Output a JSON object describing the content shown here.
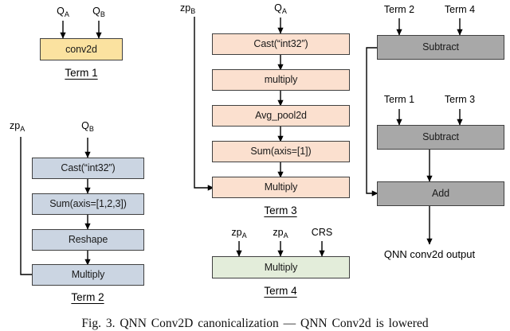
{
  "figure": {
    "caption": "Fig. 3.  QNN Conv2D canonicalization — QNN Conv2d is lowered",
    "output_label": "QNN conv2d output"
  },
  "colors": {
    "term1_fill": "#fbe2a0",
    "term2_fill": "#cbd5e2",
    "term3_fill": "#fbe0cf",
    "term4_fill": "#e3edda",
    "combine_fill": "#a8a8a8",
    "box_stroke": "#404040",
    "wire": "#000000",
    "background": "#ffffff"
  },
  "term1": {
    "caption": "Term 1",
    "inputs": [
      {
        "label": "Q",
        "sub": "A"
      },
      {
        "label": "Q",
        "sub": "B"
      }
    ],
    "nodes": [
      {
        "label": "conv2d"
      }
    ]
  },
  "term2": {
    "caption": "Term 2",
    "inputs": [
      {
        "label": "zp",
        "sub": "A"
      },
      {
        "label": "Q",
        "sub": "B"
      }
    ],
    "nodes": [
      {
        "label": "Cast(“int32”)"
      },
      {
        "label": "Sum(axis=[1,2,3])"
      },
      {
        "label": "Reshape"
      },
      {
        "label": "Multiply"
      }
    ]
  },
  "term3": {
    "caption": "Term 3",
    "inputs": [
      {
        "label": "zp",
        "sub": "B"
      },
      {
        "label": "Q",
        "sub": "A"
      }
    ],
    "nodes": [
      {
        "label": "Cast(“int32”)"
      },
      {
        "label": "multiply"
      },
      {
        "label": "Avg_pool2d"
      },
      {
        "label": "Sum(axis=[1])"
      },
      {
        "label": "Multiply"
      }
    ]
  },
  "term4": {
    "caption": "Term 4",
    "inputs": [
      {
        "label": "zp",
        "sub": "A"
      },
      {
        "label": "zp",
        "sub": "A"
      },
      {
        "label": "CRS",
        "sub": ""
      }
    ],
    "nodes": [
      {
        "label": "Multiply"
      }
    ]
  },
  "combine": {
    "inputs_top": [
      {
        "label": "Term 2"
      },
      {
        "label": "Term 4"
      }
    ],
    "inputs_mid": [
      {
        "label": "Term 1"
      },
      {
        "label": "Term 3"
      }
    ],
    "nodes": [
      {
        "label": "Subtract"
      },
      {
        "label": "Subtract"
      },
      {
        "label": "Add"
      }
    ]
  }
}
